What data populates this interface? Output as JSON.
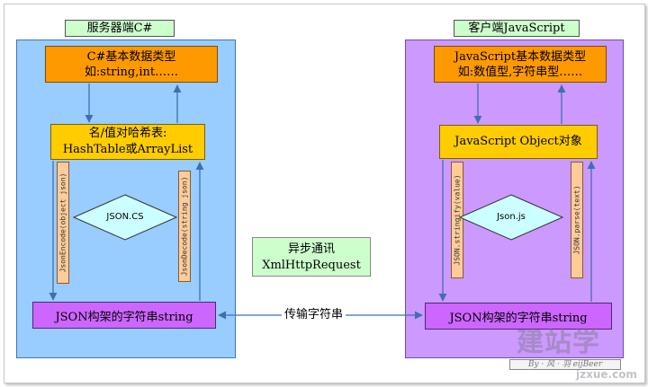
{
  "server": {
    "title": "服务器端C#",
    "types_line1": "C#基本数据类型",
    "types_line2": "如:string,int……",
    "hash_line1": "名/值对哈希表:",
    "hash_line2": "HashTable或ArrayList",
    "encode_fn": "JsonEncode(object json)",
    "decode_fn": "JsonDecode(string json)",
    "library": "JSON.CS",
    "json_string": "JSON构架的字符串string"
  },
  "client": {
    "title": "客户端JavaScript",
    "types_line1": "JavaScript基本数据类型",
    "types_line2": "如:数值型,字符串型……",
    "object_box": "JavaScript Object对象",
    "stringify_fn": "JSON.stringify(value)",
    "parse_fn": "JSON.parse(text)",
    "library": "Json.js",
    "json_string": "JSON构架的字符串string"
  },
  "middle": {
    "async_line1": "异步通讯",
    "async_line2": "XmlHttpRequest",
    "transfer_label": "传输字符串"
  },
  "signature": "By · 风 · 羽 eijBeer",
  "watermark": {
    "brand": "建站学",
    "url": "jzxue.com"
  },
  "colors": {
    "server_panel": "#99ccff",
    "client_panel": "#cc99ff",
    "types_box": "#ff9900",
    "object_box": "#ffcc00",
    "string_box": "#cc66ff",
    "function_strip": "#ffcc99",
    "library_diamond": "#ccffff",
    "tag": "#ccffcc",
    "arrow": "#3f6fb0"
  }
}
